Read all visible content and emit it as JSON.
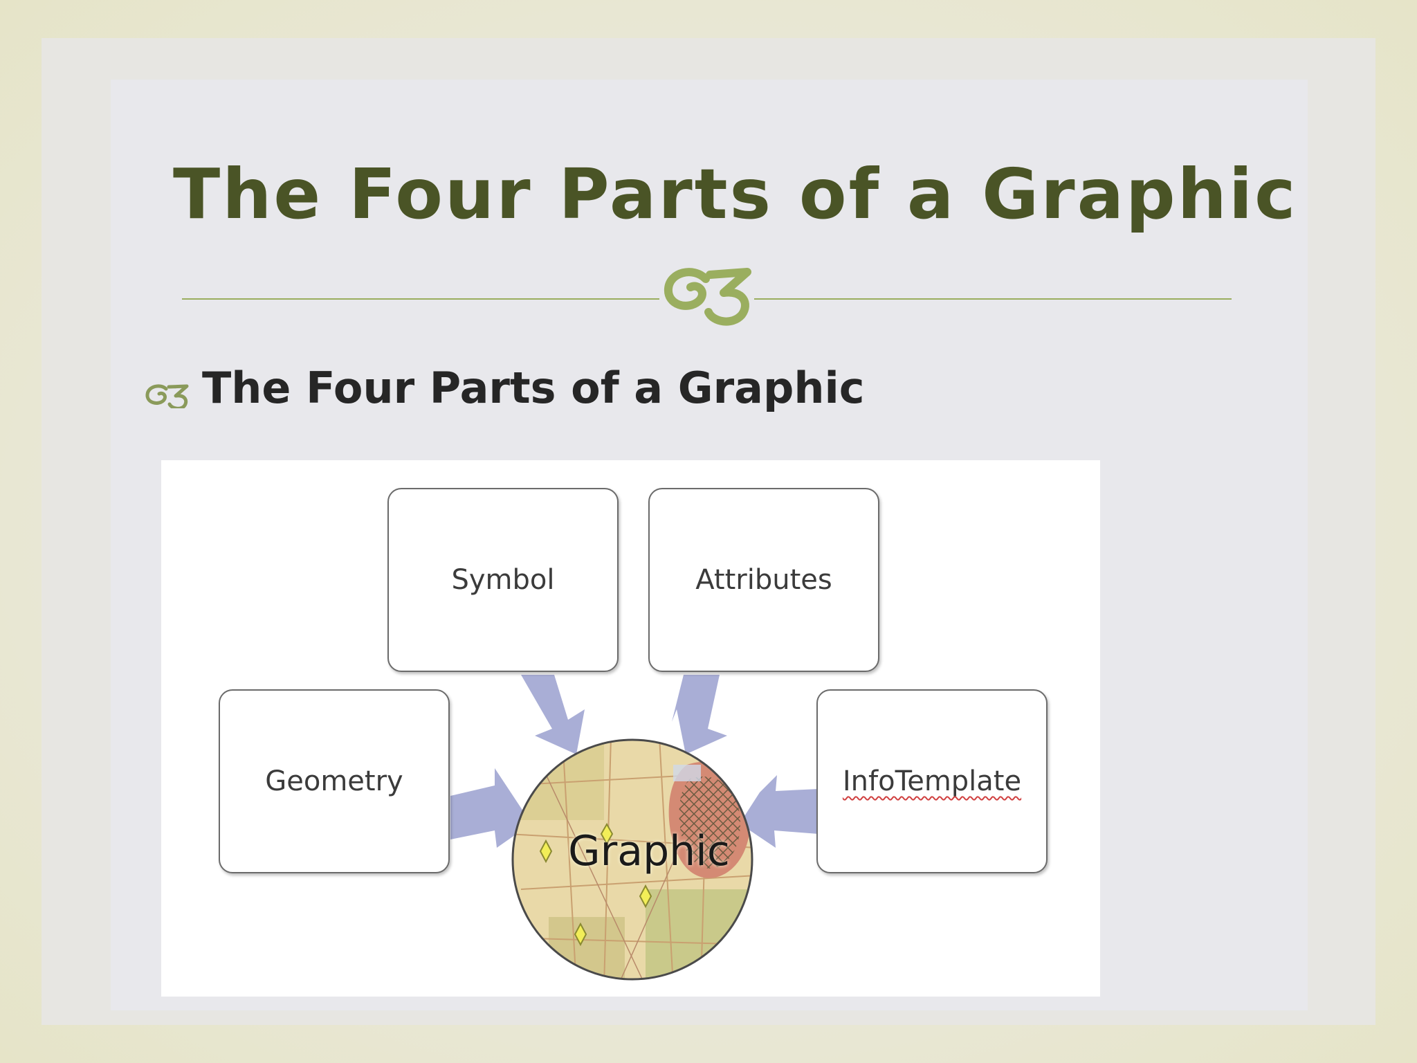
{
  "slide": {
    "title": "The Four Parts of a Graphic",
    "bullet": "The Four Parts of a Graphic",
    "accent_color": "#9aae5f",
    "title_color": "#4a5426"
  },
  "diagram": {
    "center_label": "Graphic",
    "parts": [
      {
        "label": "Symbol"
      },
      {
        "label": "Attributes"
      },
      {
        "label": "Geometry"
      },
      {
        "label": "InfoTemplate"
      }
    ],
    "arrow_color": "#a9aed6"
  }
}
